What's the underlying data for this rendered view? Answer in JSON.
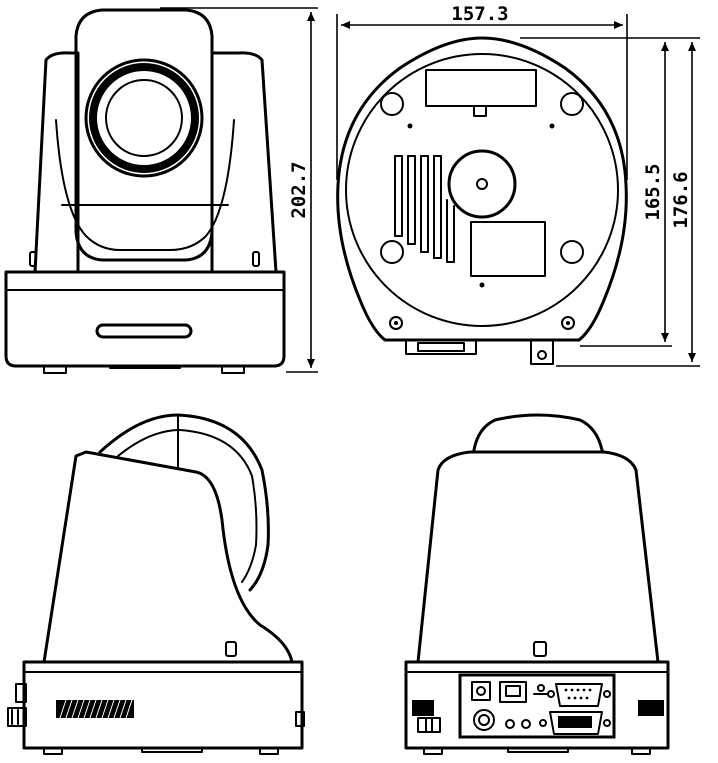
{
  "dimensions": {
    "front_height": "202.7",
    "bottom_width": "157.3",
    "bottom_depth_inner": "165.5",
    "bottom_depth_outer": "176.6"
  }
}
